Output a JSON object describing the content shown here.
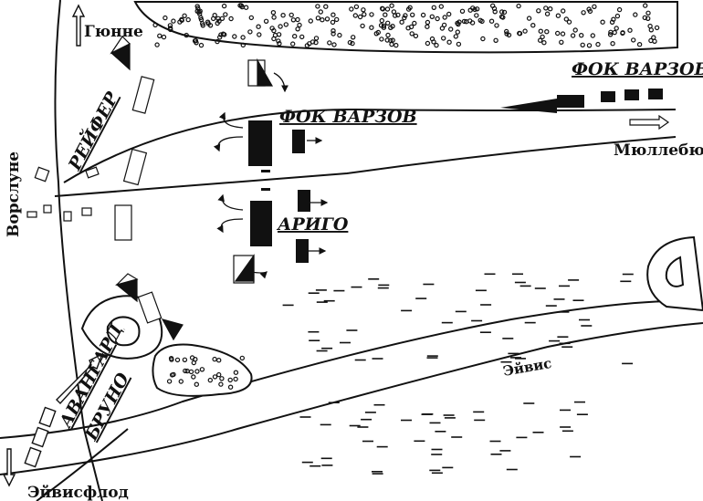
{
  "places": {
    "gyunne": "Гюнне",
    "vorslune": "Ворслуне",
    "myullebyu": "Мюллебю",
    "eyvisflod": "Эйвисфлод"
  },
  "river": {
    "eyvis": "Эйвис"
  },
  "units": {
    "reifer": "РЕЙФЕР",
    "fok_varzov_top": "ФОК ВАРЗОВ",
    "fok_varzov_center": "ФОК ВАРЗОВ",
    "arigo": "АРИГО",
    "avangard": "АВАНГАРД",
    "bruno": "БРУНО"
  },
  "colors": {
    "ink": "#111111",
    "paper": "#ffffff"
  }
}
